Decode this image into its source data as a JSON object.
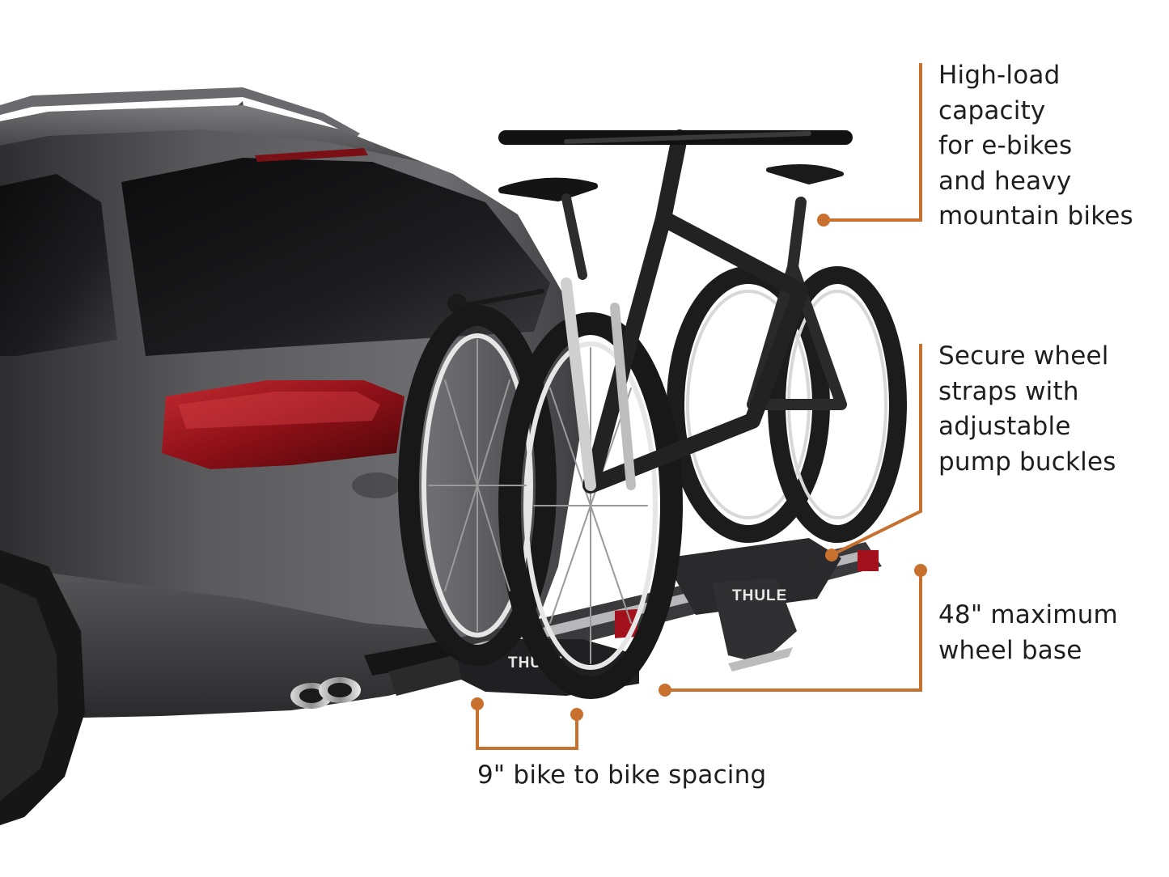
{
  "callouts": {
    "load_capacity": {
      "lines": [
        "High-load",
        "capacity",
        "for e-bikes",
        "and heavy",
        "mountain bikes"
      ]
    },
    "wheel_straps": {
      "lines": [
        "Secure wheel",
        "straps with",
        "adjustable",
        "pump buckles"
      ]
    },
    "wheel_base": {
      "lines": [
        "48\" maximum",
        "wheel base"
      ]
    },
    "bike_spacing": {
      "lines": [
        "9\" bike to bike spacing"
      ]
    }
  },
  "brand": {
    "wordmark": "THULE"
  },
  "colors": {
    "accent": "#c8702e",
    "text": "#1e1e1e",
    "car_body": "#4a4a4c",
    "rack": "#2c2c2e",
    "tail_light": "#8e1018"
  }
}
